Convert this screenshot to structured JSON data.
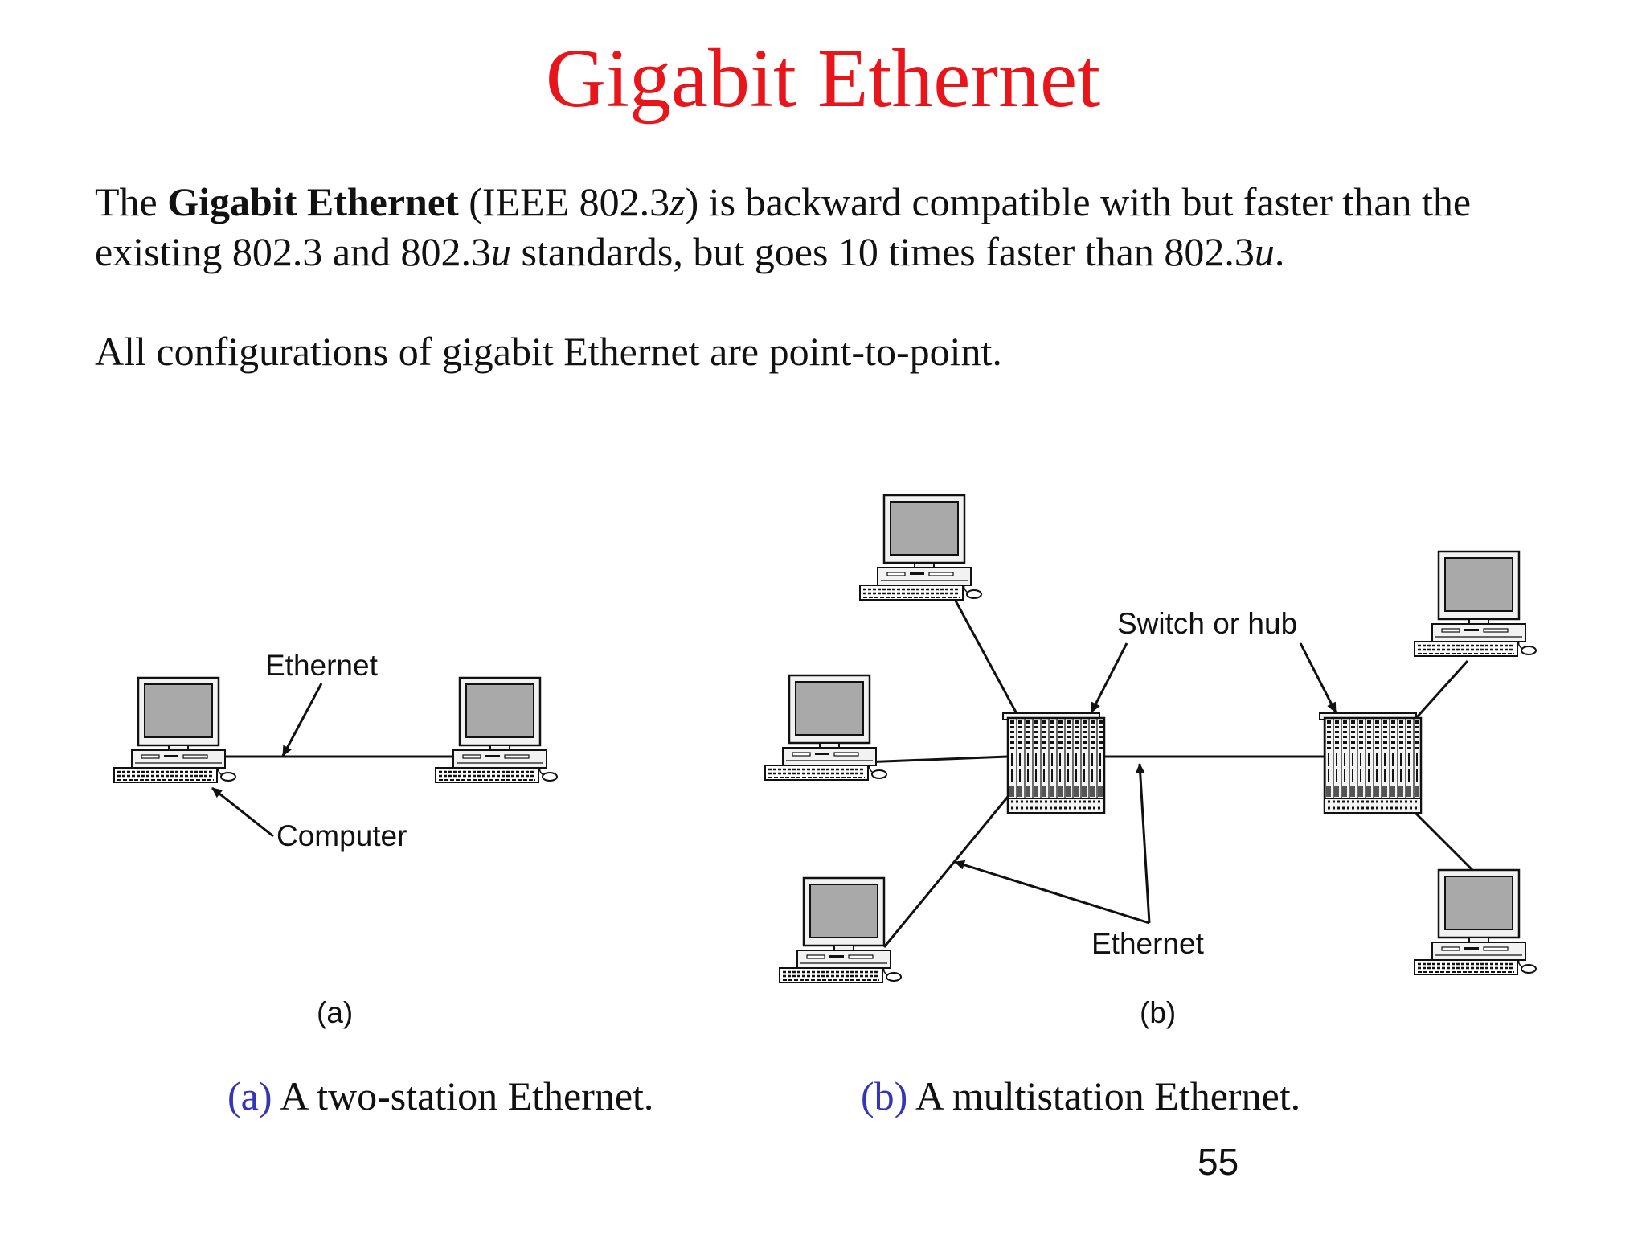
{
  "slide": {
    "title": "Gigabit Ethernet",
    "paragraph1": {
      "t1": "The ",
      "bold": "Gigabit Ethernet",
      "t2": " (IEEE 802.3",
      "z": "z",
      "t3": ") is backward compatible with but faster than the existing 802.3 and 802.3",
      "u1": "u",
      "t4": " standards, but goes 10 times faster than 802.3",
      "u2": "u",
      "t5": "."
    },
    "paragraph2": "All configurations of  gigabit Ethernet are point-to-point.",
    "page_number": "55"
  },
  "diagram": {
    "a": {
      "label_ethernet": "Ethernet",
      "label_computer": "Computer",
      "panel_label": "(a)"
    },
    "b": {
      "label_switch": "Switch or hub",
      "label_ethernet": "Ethernet",
      "panel_label": "(b)"
    }
  },
  "captions": {
    "a_letter": "(a)",
    "a_text": " A two-station Ethernet.",
    "b_letter": "(b)",
    "b_text": " A multistation Ethernet."
  },
  "colors": {
    "title": "#e8151b",
    "caption_letter": "#3535b8"
  }
}
